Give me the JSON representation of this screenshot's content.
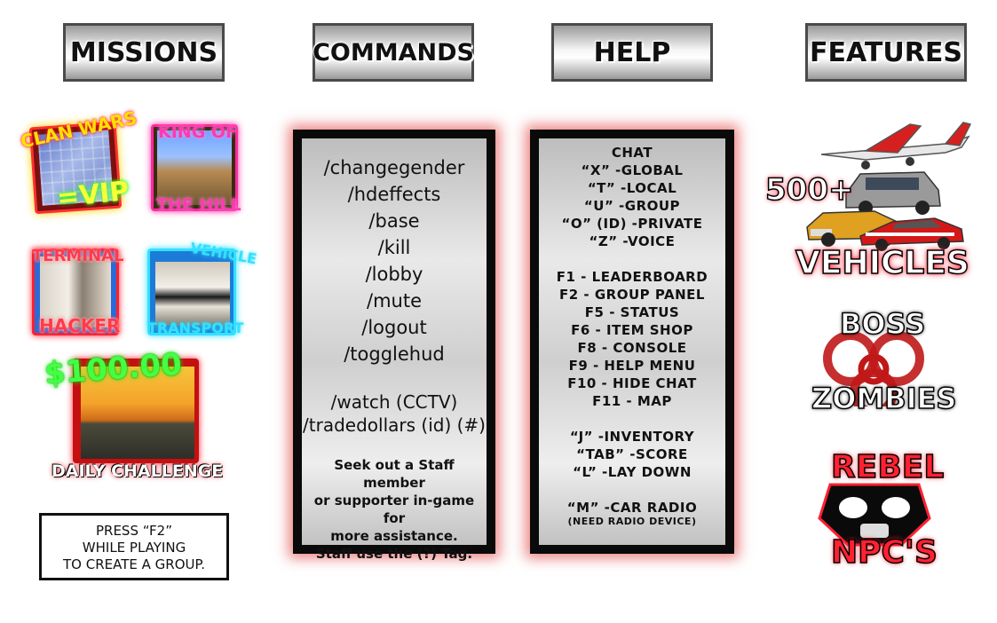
{
  "tabs": [
    {
      "label": "MISSIONS"
    },
    {
      "label": "COMMANDS"
    },
    {
      "label": "HELP"
    },
    {
      "label": "FEATURES"
    }
  ],
  "missions": {
    "clan_wars": {
      "top": "CLAN WARS",
      "bottom": "=VIP"
    },
    "king_hill": {
      "top": "KING OF",
      "bottom": "THE HILL"
    },
    "terminal_hacker": {
      "top": "TERMINAL",
      "bottom": "HACKER"
    },
    "vehicle_transport": {
      "top": "VEHICLE",
      "bottom": "TRANSPORT"
    },
    "daily": {
      "amount": "$100.00",
      "label": "DAILY CHALLENGE"
    }
  },
  "group_hint": {
    "line1": "PRESS “F2”",
    "line2": "WHILE PLAYING",
    "line3": "TO CREATE A GROUP."
  },
  "commands": {
    "items": [
      "/changegender",
      "/hdeffects",
      "/base",
      "/kill",
      "/lobby",
      "/mute",
      "/logout",
      "/togglehud"
    ],
    "extra": [
      "/watch (CCTV)",
      "/tradedollars (id) (#)"
    ],
    "note": [
      "Seek out a Staff member",
      "or supporter in-game for",
      "more assistance.",
      "Staff use the (?) Tag."
    ]
  },
  "help": {
    "chat_title": "CHAT",
    "chat": [
      "“X” -GLOBAL",
      "“T” -LOCAL",
      "“U” -GROUP",
      "“O” (ID) -PRIVATE",
      "“Z” -VOICE"
    ],
    "fkeys": [
      "F1 - LEADERBOARD",
      "F2 - GROUP PANEL",
      "F5 - STATUS",
      "F6 - ITEM SHOP",
      "F8 - CONSOLE",
      "F9 - HELP MENU",
      "F10 - HIDE CHAT",
      "F11 - MAP"
    ],
    "keys": [
      "“J” -INVENTORY",
      "“TAB” -SCORE",
      "“L” -LAY DOWN"
    ],
    "radio": "“M” -CAR RADIO",
    "radio_note": "(NEED RADIO DEVICE)"
  },
  "features": {
    "vehicles_count": "500+",
    "vehicles": "VEHICLES",
    "boss_top": "BOSS",
    "boss_bottom": "ZOMBIES",
    "rebel_top": "REBEL",
    "rebel_bottom": "NPC'S"
  },
  "colors": {
    "neon_yellow": "#ffee00",
    "neon_pink": "#ff2aa0",
    "neon_red": "#ff2030",
    "neon_cyan": "#33e0ff",
    "neon_green": "#33ff33",
    "panel_glow": "#dc1e1e"
  }
}
